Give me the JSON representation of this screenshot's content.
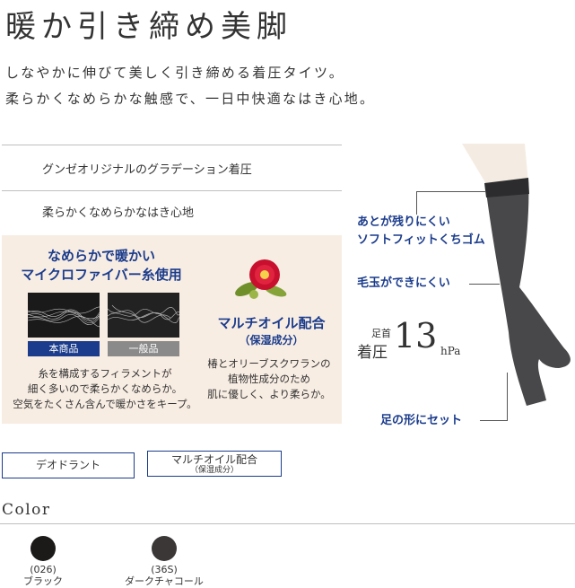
{
  "title": "暖か引き締め美脚",
  "lead": [
    "しなやかに伸びて美しく引き締める着圧タイツ。",
    "柔らかくなめらかな触感で、一日中快適なはき心地。"
  ],
  "features": [
    "グンゼオリジナルのグラデーション着圧",
    "柔らかくなめらかなはき心地"
  ],
  "microfiber": {
    "title_line1": "なめらかで暖かい",
    "title_line2": "マイクロファイバー糸使用",
    "swatch_ours": "本商品",
    "swatch_general": "一般品",
    "note": [
      "糸を構成するフィラメントが",
      "細く多いので柔らかくなめらか。",
      "空気をたくさん含んで暖かさをキープ。"
    ]
  },
  "multi_oil": {
    "title": "マルチオイル配合",
    "subtitle": "（保湿成分）",
    "note": [
      "椿とオリーブスクワランの",
      "植物性成分のため",
      "肌に優しく、より柔らか。"
    ]
  },
  "leg_callouts": {
    "top_line1": "あとが残りにくい",
    "top_line2": "ソフトフィットくちゴム",
    "pill": "毛玉ができにくい",
    "foot": "足の形にセット"
  },
  "pressure": {
    "top_small": "足首",
    "label": "着圧",
    "value": "13",
    "unit": "hPa"
  },
  "tags": {
    "deodorant": "デオドラント",
    "oil_line1": "マルチオイル配合",
    "oil_line2": "（保湿成分）"
  },
  "color_section": {
    "label": "Color",
    "items": [
      {
        "code": "(026)",
        "name": "ブラック",
        "color": "#1c1a19"
      },
      {
        "code": "(36S)",
        "name": "ダークチャコール",
        "color": "#3a3736"
      }
    ]
  },
  "colors": {
    "accent_blue": "#1b3c8c",
    "panel_bg": "#f8ede3",
    "stocking": "#48484a",
    "skin": "#f4ece2"
  }
}
